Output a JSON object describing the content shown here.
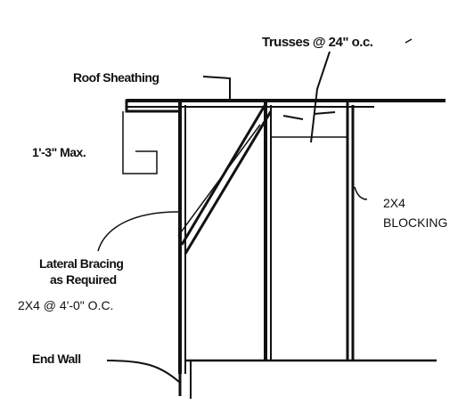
{
  "labels": {
    "trusses": "Trusses @ 24\" o.c.",
    "roof_sheathing": "Roof Sheathing",
    "overhang": "1'-3\" Max.",
    "blocking_line1": "2X4",
    "blocking_line2": "BLOCKING",
    "bracing_line1": "Lateral Bracing",
    "bracing_line2": "as Required",
    "bracing_spacing": "2X4 @ 4'-0\" O.C.",
    "end_wall": "End Wall"
  },
  "colors": {
    "ink": "#111111",
    "paper": "#ffffff"
  }
}
